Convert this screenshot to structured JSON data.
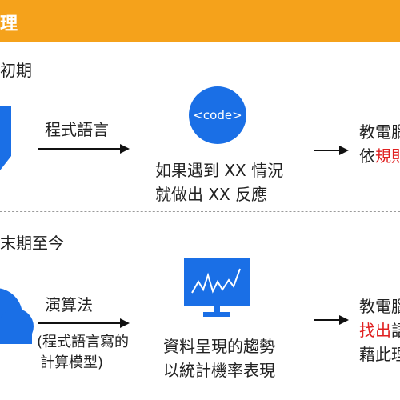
{
  "header": {
    "title": "理"
  },
  "sections": {
    "early": {
      "label": "初期"
    },
    "late": {
      "label": "末期至今"
    }
  },
  "row1": {
    "arrow_label": "程式語言",
    "code_icon_text": "<code>",
    "description_line1": "如果遇到 XX 情況",
    "description_line2": "就做出 XX 反應",
    "result_line1": "教電腦",
    "result_line2_prefix": "依",
    "result_line2_highlight": "規則"
  },
  "row2": {
    "arrow_label": "演算法",
    "arrow_sublabel_line1": "(程式語言寫的",
    "arrow_sublabel_line2": "計算模型)",
    "description_line1": "資料呈現的趨勢",
    "description_line2": "以統計機率表現",
    "result_line1": "教電腦",
    "result_line2_highlight": "找出",
    "result_line2_suffix": "語",
    "result_line3": "藉此理"
  },
  "colors": {
    "header_bg": "#f5a21b",
    "icon_blue": "#1a6fe6",
    "highlight_red": "#e02020"
  }
}
